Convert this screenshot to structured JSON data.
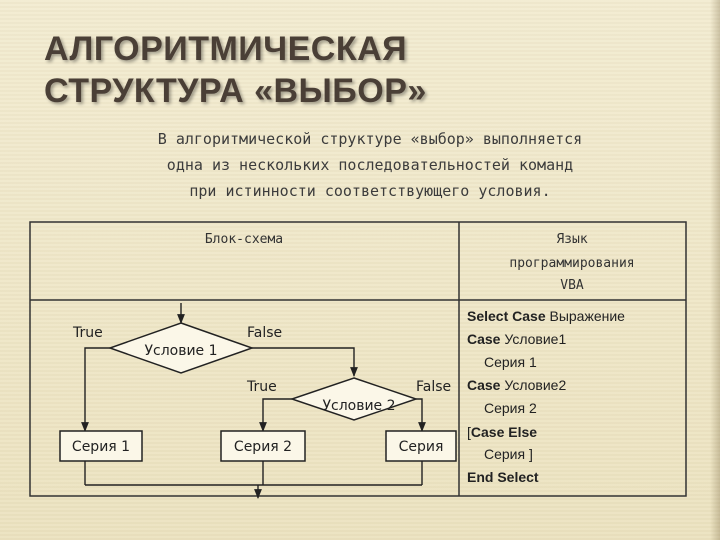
{
  "slide": {
    "title_line1": "АЛГОРИТМИЧЕСКАЯ",
    "title_line2": "СТРУКТУРА «ВЫБОР»",
    "intro_line1": "В алгоритмической структуре «выбор» выполняется",
    "intro_line2": "одна из нескольких последовательностей команд",
    "intro_line3": "при истинности соответствующего условия."
  },
  "table": {
    "col1_header": "Блок-схема",
    "col2_header_line1": "Язык",
    "col2_header_line2": "программирования",
    "col2_header_line3": "VBA"
  },
  "flowchart": {
    "true1": "True",
    "false1": "False",
    "cond1": "Условие 1",
    "true2": "True",
    "false2": "False",
    "cond2": "Условие 2",
    "series1": "Серия 1",
    "series2": "Серия 2",
    "series3": "Серия"
  },
  "code": {
    "l1_kw": "Select Case",
    "l1_rest": " Выражение",
    "l2_kw": "Case",
    "l2_rest": " Условие1",
    "l3": "Серия 1",
    "l4_kw": "Case",
    "l4_rest": " Условие2",
    "l5": "Серия 2",
    "l6_pre": "[",
    "l6_kw": "Case Else",
    "l7": "Серия ]",
    "l8_kw": "End Select"
  }
}
